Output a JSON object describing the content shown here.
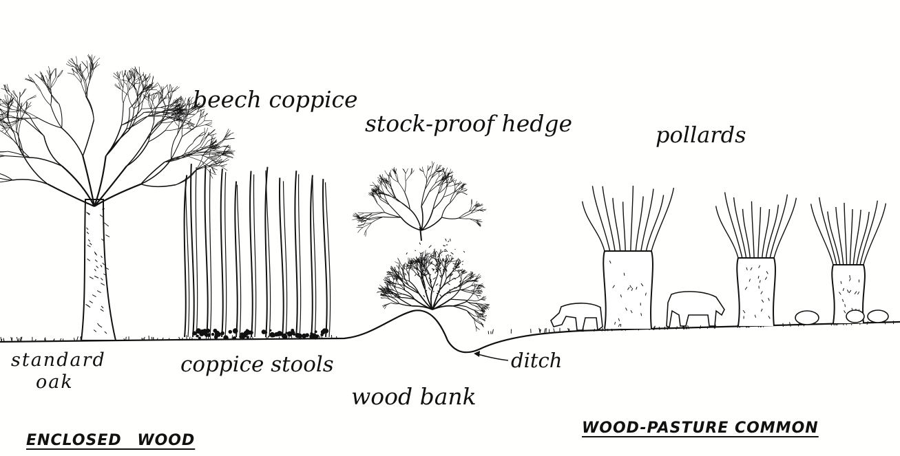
{
  "labels": {
    "beech_coppice": "beech coppice",
    "stock_proof_hedge": "stock-proof hedge",
    "pollards": "pollards",
    "standard": "standard",
    "oak": "oak",
    "coppice_stools": "coppice stools",
    "ditch": "ditch",
    "wood_bank": "wood bank",
    "enclosed_wood": "ENCLOSED WOOD",
    "wood_pasture_common": "WOOD-PASTURE COMMON"
  },
  "colors": {
    "ink": "#111111",
    "paper": "#fffffe"
  }
}
